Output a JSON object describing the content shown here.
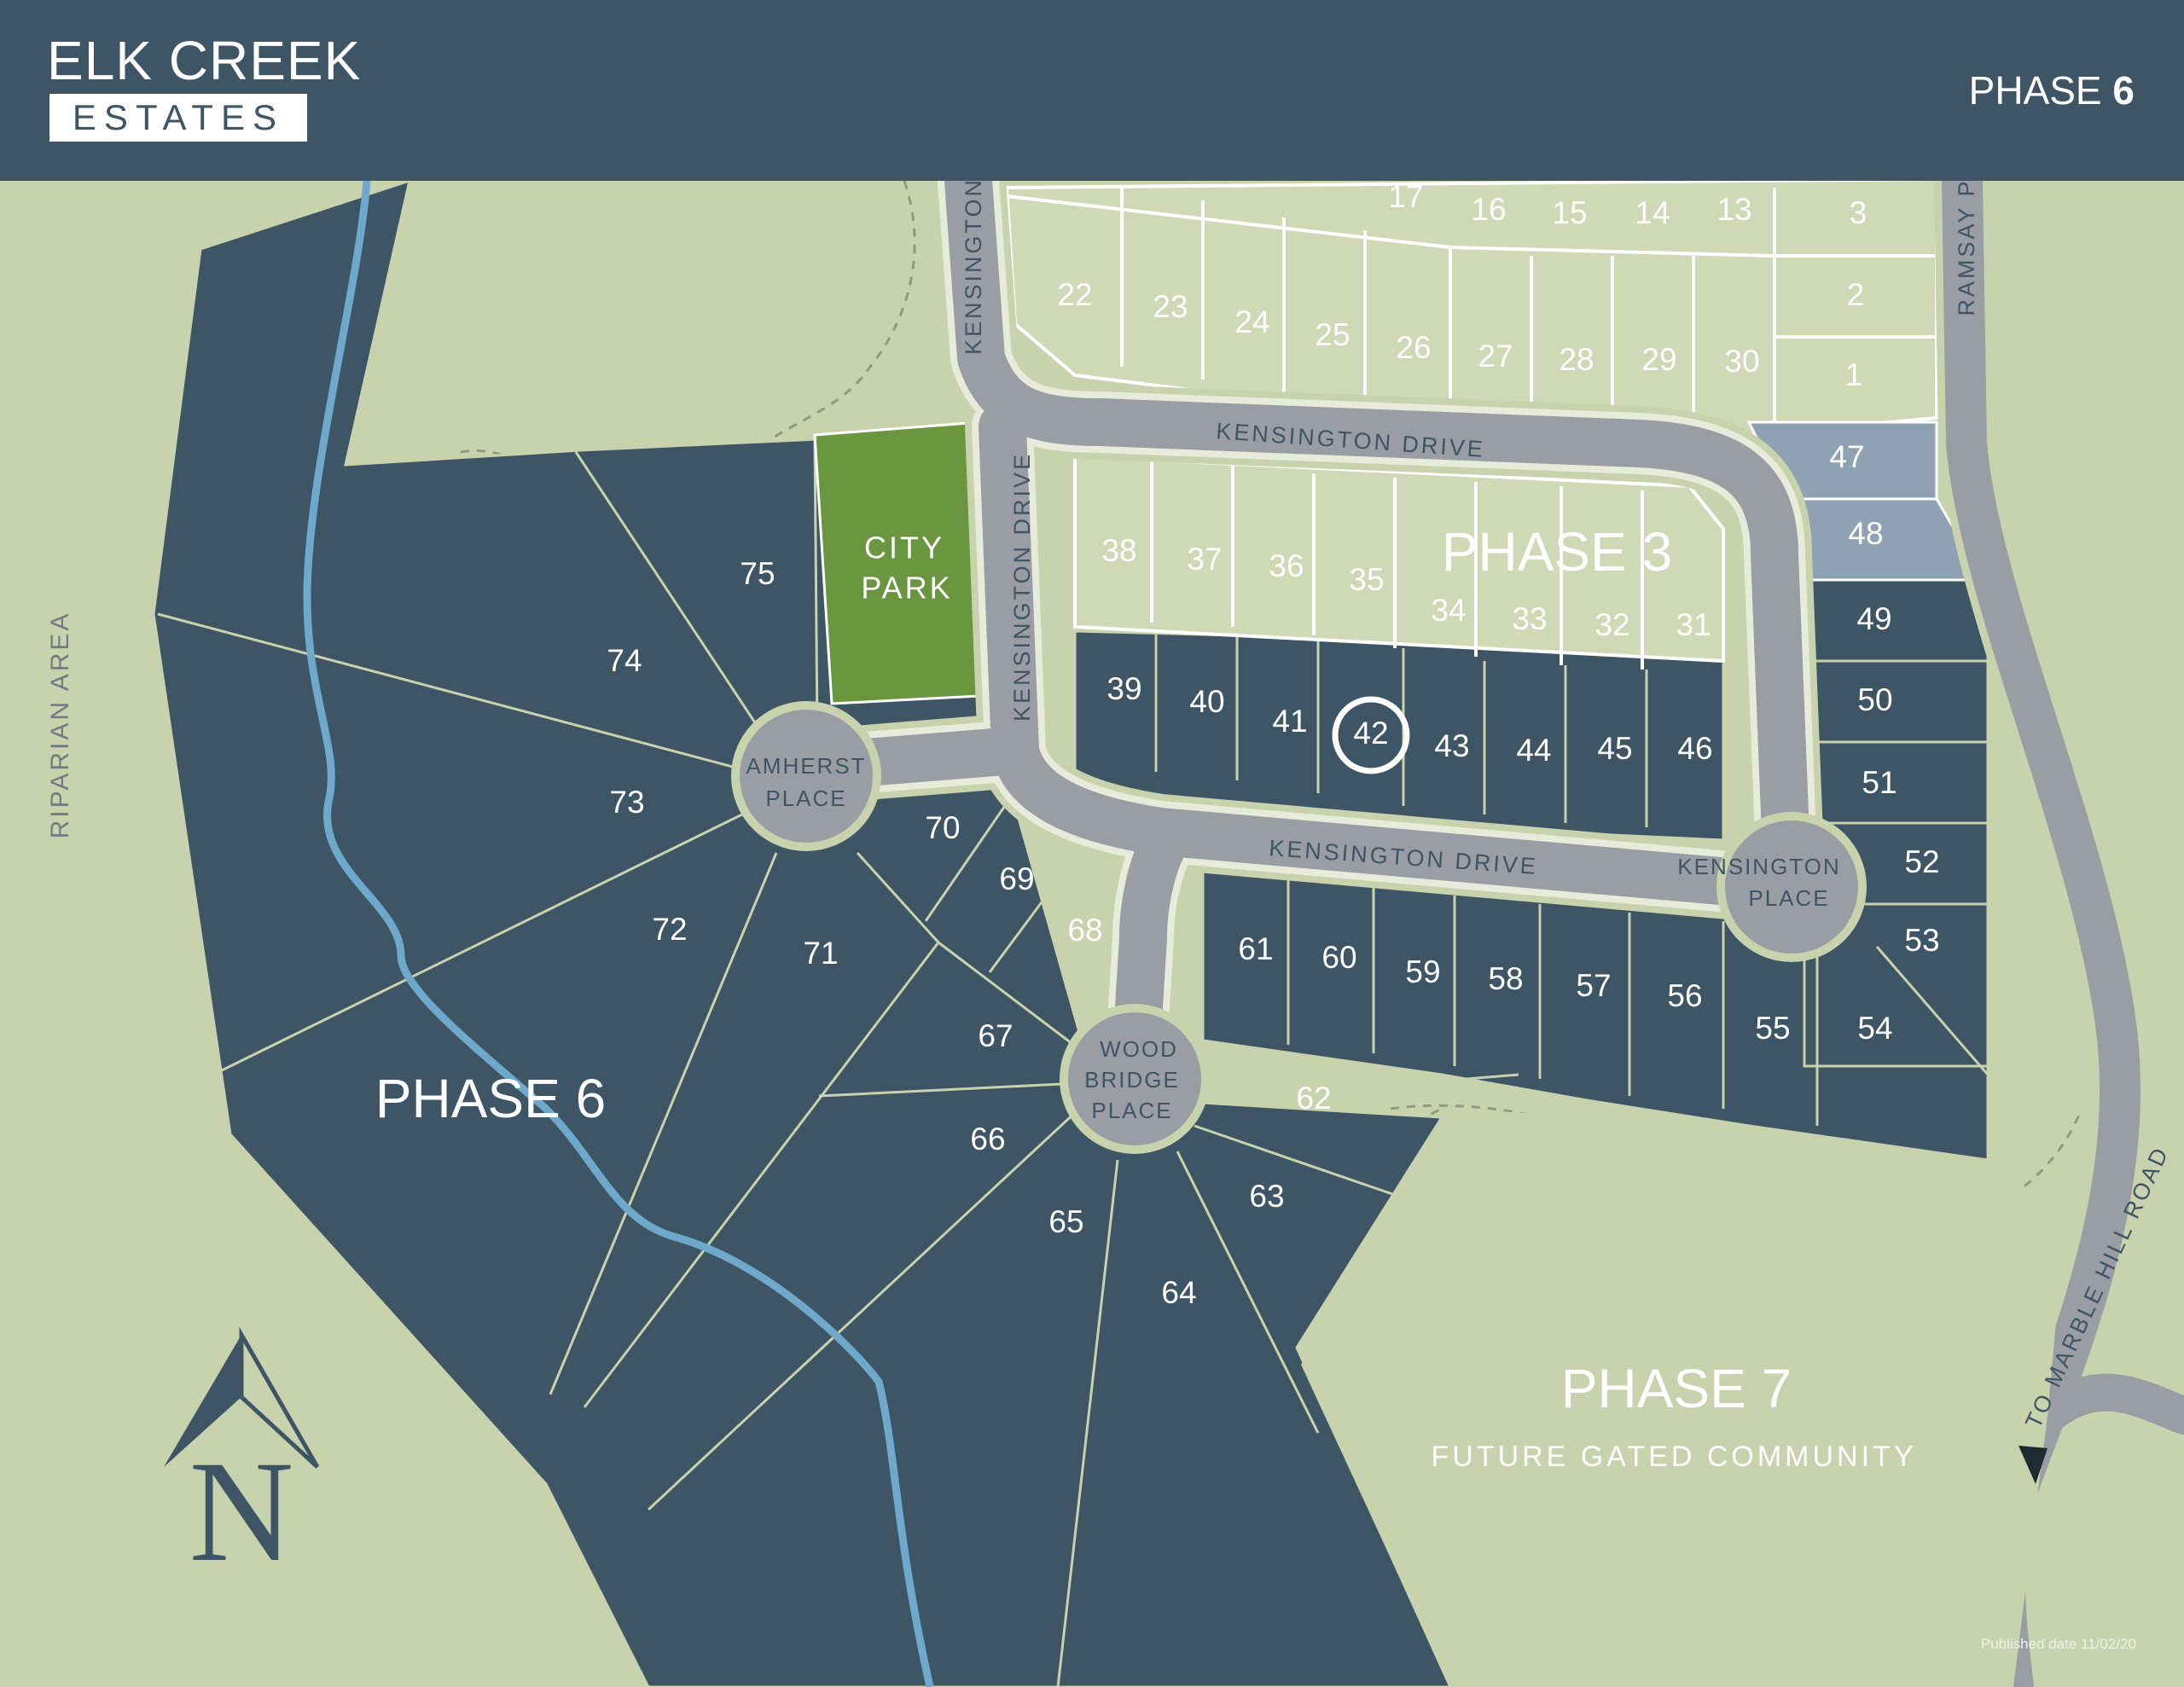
{
  "header": {
    "logo_top": "ELK CREEK",
    "logo_bottom": "ESTATES",
    "phase_label": "PHASE",
    "phase_number": "6"
  },
  "map": {
    "phases": {
      "phase3": "PHASE 3",
      "phase6": "PHASE 6",
      "phase7": "PHASE 7",
      "phase7_sub": "FUTURE GATED COMMUNITY"
    },
    "areas": {
      "riparian": "RIPARIAN AREA",
      "park_line1": "CITY",
      "park_line2": "PARK"
    },
    "streets": {
      "kensington_drive": "KENSINGTON DRIVE",
      "kensington": "KENSINGTON",
      "ramsay": "RAMSAY P",
      "marble_hill": "TO MARBLE HILL ROAD"
    },
    "places": {
      "amherst_1": "AMHERST",
      "amherst_2": "PLACE",
      "wood_1": "WOOD",
      "wood_2": "BRIDGE",
      "wood_3": "PLACE",
      "kens_place_1": "KENSINGTON",
      "kens_place_2": "PLACE"
    },
    "highlighted_lot": "42",
    "compass": "N",
    "colors": {
      "sold": "#3e5565",
      "available": "#cfd9b6",
      "reserved": "#8ea2b3",
      "park": "#6a963f",
      "road": "#9a9da3",
      "creek": "#6ea9cc"
    },
    "lots": [
      "1",
      "2",
      "3",
      "13",
      "14",
      "15",
      "16",
      "17",
      "22",
      "23",
      "24",
      "25",
      "26",
      "27",
      "28",
      "29",
      "30",
      "31",
      "32",
      "33",
      "34",
      "35",
      "36",
      "37",
      "38",
      "39",
      "40",
      "41",
      "42",
      "43",
      "44",
      "45",
      "46",
      "47",
      "48",
      "49",
      "50",
      "51",
      "52",
      "53",
      "54",
      "55",
      "56",
      "57",
      "58",
      "59",
      "60",
      "61",
      "62",
      "63",
      "64",
      "65",
      "66",
      "67",
      "68",
      "69",
      "70",
      "71",
      "72",
      "73",
      "74",
      "75"
    ]
  },
  "footer": {
    "published": "Published date 11/02/20"
  }
}
